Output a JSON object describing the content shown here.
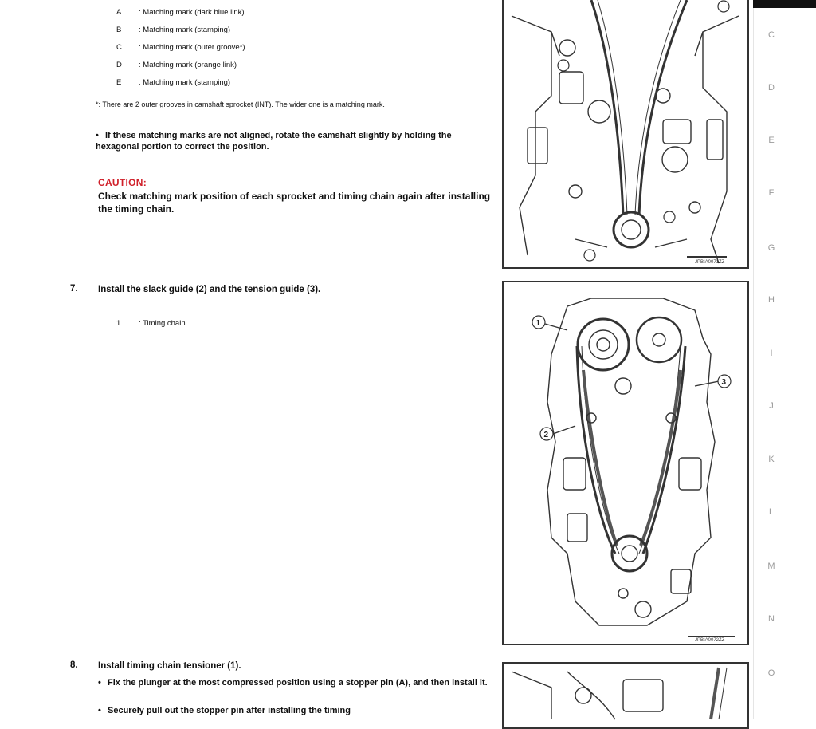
{
  "legend_top": [
    {
      "key": "A",
      "text": ": Matching mark (dark blue link)"
    },
    {
      "key": "B",
      "text": ": Matching mark (stamping)"
    },
    {
      "key": "C",
      "text": ": Matching mark (outer groove*)"
    },
    {
      "key": "D",
      "text": ": Matching mark (orange link)"
    },
    {
      "key": "E",
      "text": ": Matching mark (stamping)"
    }
  ],
  "footnote": "*: There are 2 outer grooves in camshaft sprocket (INT). The wider one is a matching mark.",
  "bullet_align": "If these matching marks are not aligned, rotate the camshaft slightly by holding the hexagonal portion to correct the position.",
  "caution_label": "CAUTION:",
  "caution_text": "Check matching mark position of each sprocket and timing chain again after installing the timing chain.",
  "step7": {
    "num": "7.",
    "text": "Install the slack guide (2) and the tension guide (3).",
    "legend_key": "1",
    "legend_text": ": Timing chain"
  },
  "step8": {
    "num": "8.",
    "text": "Install timing chain tensioner (1).",
    "bullets": [
      "Fix the plunger at the most compressed position using a stopper pin (A), and then install it.",
      "Securely pull out the stopper pin after installing the timing"
    ]
  },
  "fig1_code": "JPBIA0071ZZ",
  "fig2_code": "JPBIA0072ZZ",
  "fig2_callouts": [
    "1",
    "2",
    "3"
  ],
  "sidebar_letters": [
    "C",
    "D",
    "E",
    "F",
    "G",
    "H",
    "I",
    "J",
    "K",
    "L",
    "M",
    "N",
    "O"
  ]
}
